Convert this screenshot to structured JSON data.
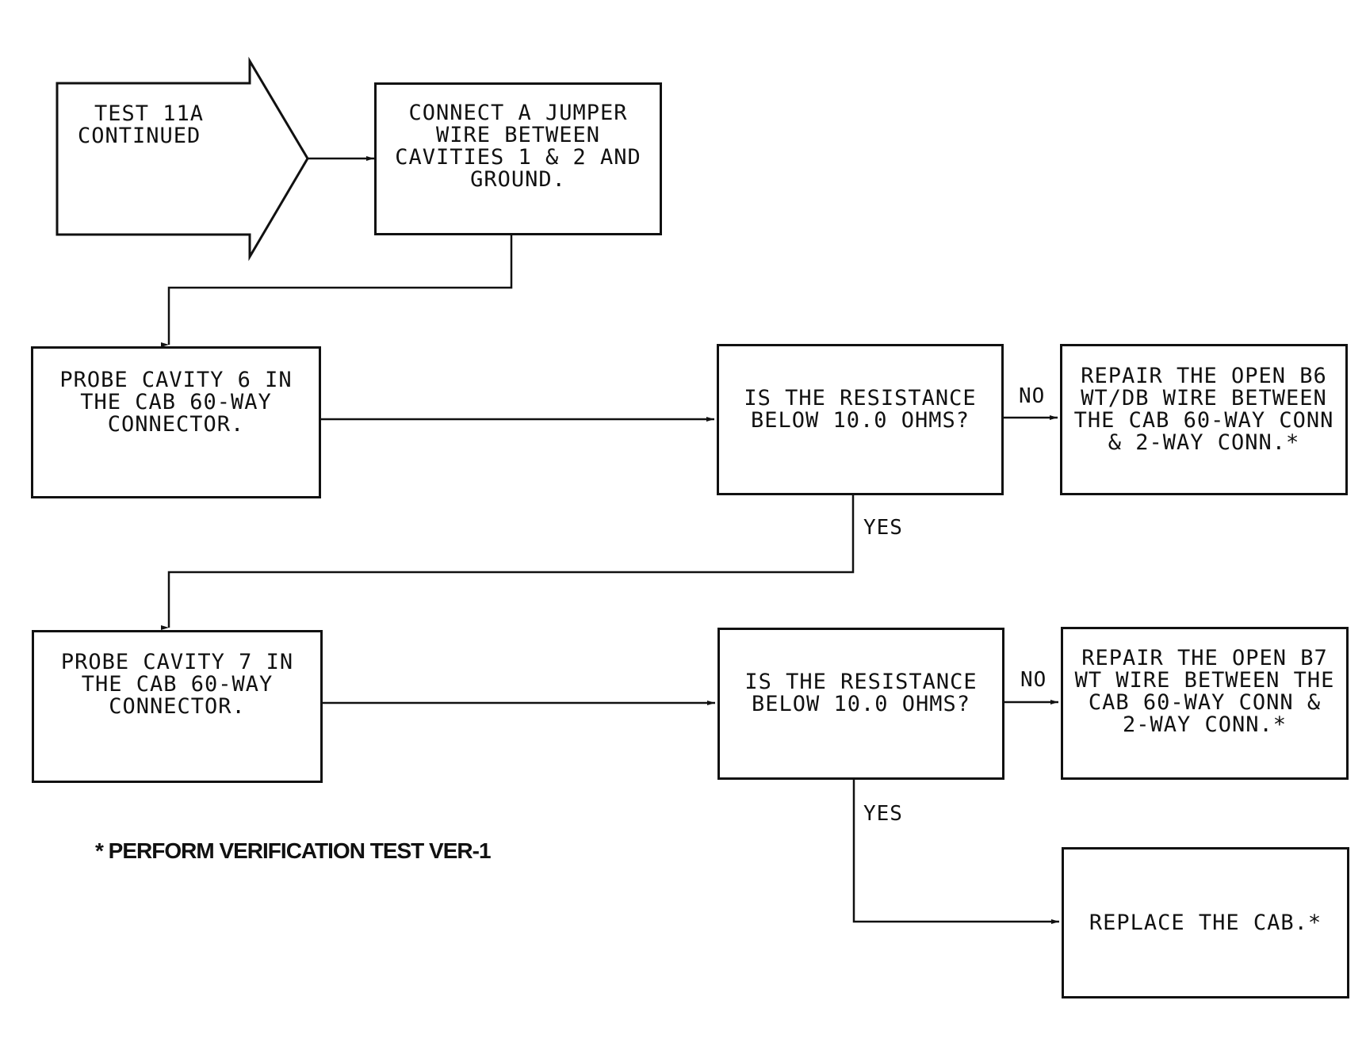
{
  "start": {
    "lines": [
      "TEST 11A",
      "CONTINUED"
    ]
  },
  "boxes": {
    "connect_jumper": {
      "lines": [
        "CONNECT A JUMPER",
        "WIRE BETWEEN",
        "CAVITIES 1 & 2 AND",
        "GROUND."
      ]
    },
    "probe_cavity_6": {
      "lines": [
        "PROBE CAVITY 6 IN",
        "THE CAB 60-WAY",
        "CONNECTOR."
      ]
    },
    "resistance_check_1": {
      "lines": [
        "IS THE RESISTANCE",
        "BELOW 10.0 OHMS?"
      ]
    },
    "repair_b6": {
      "lines": [
        "REPAIR THE OPEN B6",
        "WT/DB WIRE BETWEEN",
        "THE CAB 60-WAY CONN",
        "& 2-WAY CONN.*"
      ]
    },
    "probe_cavity_7": {
      "lines": [
        "PROBE CAVITY 7 IN",
        "THE CAB 60-WAY",
        "CONNECTOR."
      ]
    },
    "resistance_check_2": {
      "lines": [
        "IS THE RESISTANCE",
        "BELOW 10.0 OHMS?"
      ]
    },
    "repair_b7": {
      "lines": [
        "REPAIR THE OPEN B7",
        "WT WIRE BETWEEN THE",
        "CAB 60-WAY CONN &",
        "2-WAY CONN.*"
      ]
    },
    "replace_cab": {
      "lines": [
        "REPLACE THE CAB.*"
      ]
    }
  },
  "edge_labels": {
    "no_1": "NO",
    "yes_1": "YES",
    "no_2": "NO",
    "yes_2": "YES"
  },
  "footnote": "* PERFORM VERIFICATION TEST VER-1"
}
